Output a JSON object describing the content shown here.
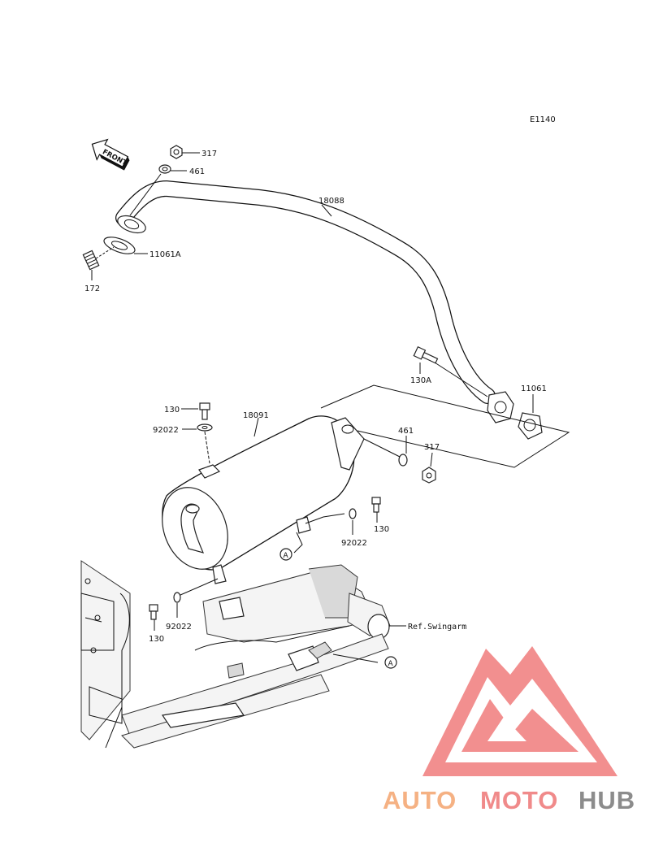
{
  "diagram_code": "E1140",
  "front_label": "FRONT",
  "callouts": {
    "nut_317_top": "317",
    "washer_461_top": "461",
    "pipe_18088": "18088",
    "gasket_11061A": "11061A",
    "stud_172": "172",
    "bolt_130A": "130A",
    "gasket_11061": "11061",
    "bolt_130_top": "130",
    "washer_92022_top": "92022",
    "muffler_18091": "18091",
    "washer_461_mid": "461",
    "nut_317_mid": "317",
    "bolt_130_mid": "130",
    "washer_92022_mid": "92022",
    "washer_92022_low": "92022",
    "bolt_130_low": "130",
    "ref_swingarm": "Ref.Swingarm",
    "circle_a_upper": "A",
    "circle_a_lower": "A"
  },
  "watermark": {
    "part1": "AUTO",
    "part2": "MOTO",
    "part3": "HUB",
    "colors": {
      "auto": "#f5b183",
      "moto": "#f08a8a",
      "hub": "#8c8c8c",
      "logo": "#f07b7b"
    }
  }
}
